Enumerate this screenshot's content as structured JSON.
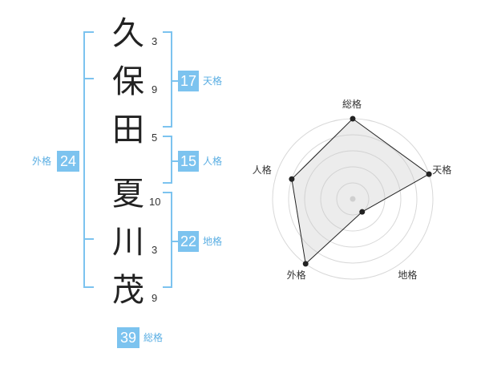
{
  "name_chars": [
    {
      "char": "久",
      "strokes": "3"
    },
    {
      "char": "保",
      "strokes": "9"
    },
    {
      "char": "田",
      "strokes": "5"
    },
    {
      "char": "夏",
      "strokes": "10"
    },
    {
      "char": "川",
      "strokes": "3"
    },
    {
      "char": "茂",
      "strokes": "9"
    }
  ],
  "fortune": {
    "tenkaku": {
      "value": "17",
      "label": "天格"
    },
    "jinkaku": {
      "value": "15",
      "label": "人格"
    },
    "chikaku": {
      "value": "22",
      "label": "地格"
    },
    "gaikaku": {
      "value": "24",
      "label": "外格"
    },
    "soukaku": {
      "value": "39",
      "label": "総格"
    }
  },
  "colors": {
    "accent": "#7cc3ef",
    "label": "#5aaee3",
    "bracket": "#7cc3ef"
  },
  "chart_data": {
    "type": "radar",
    "axes": [
      "総格",
      "天格",
      "地格",
      "外格",
      "人格"
    ],
    "values": [
      5,
      5,
      1,
      5,
      4
    ],
    "rmax": 5,
    "rings": 5
  }
}
